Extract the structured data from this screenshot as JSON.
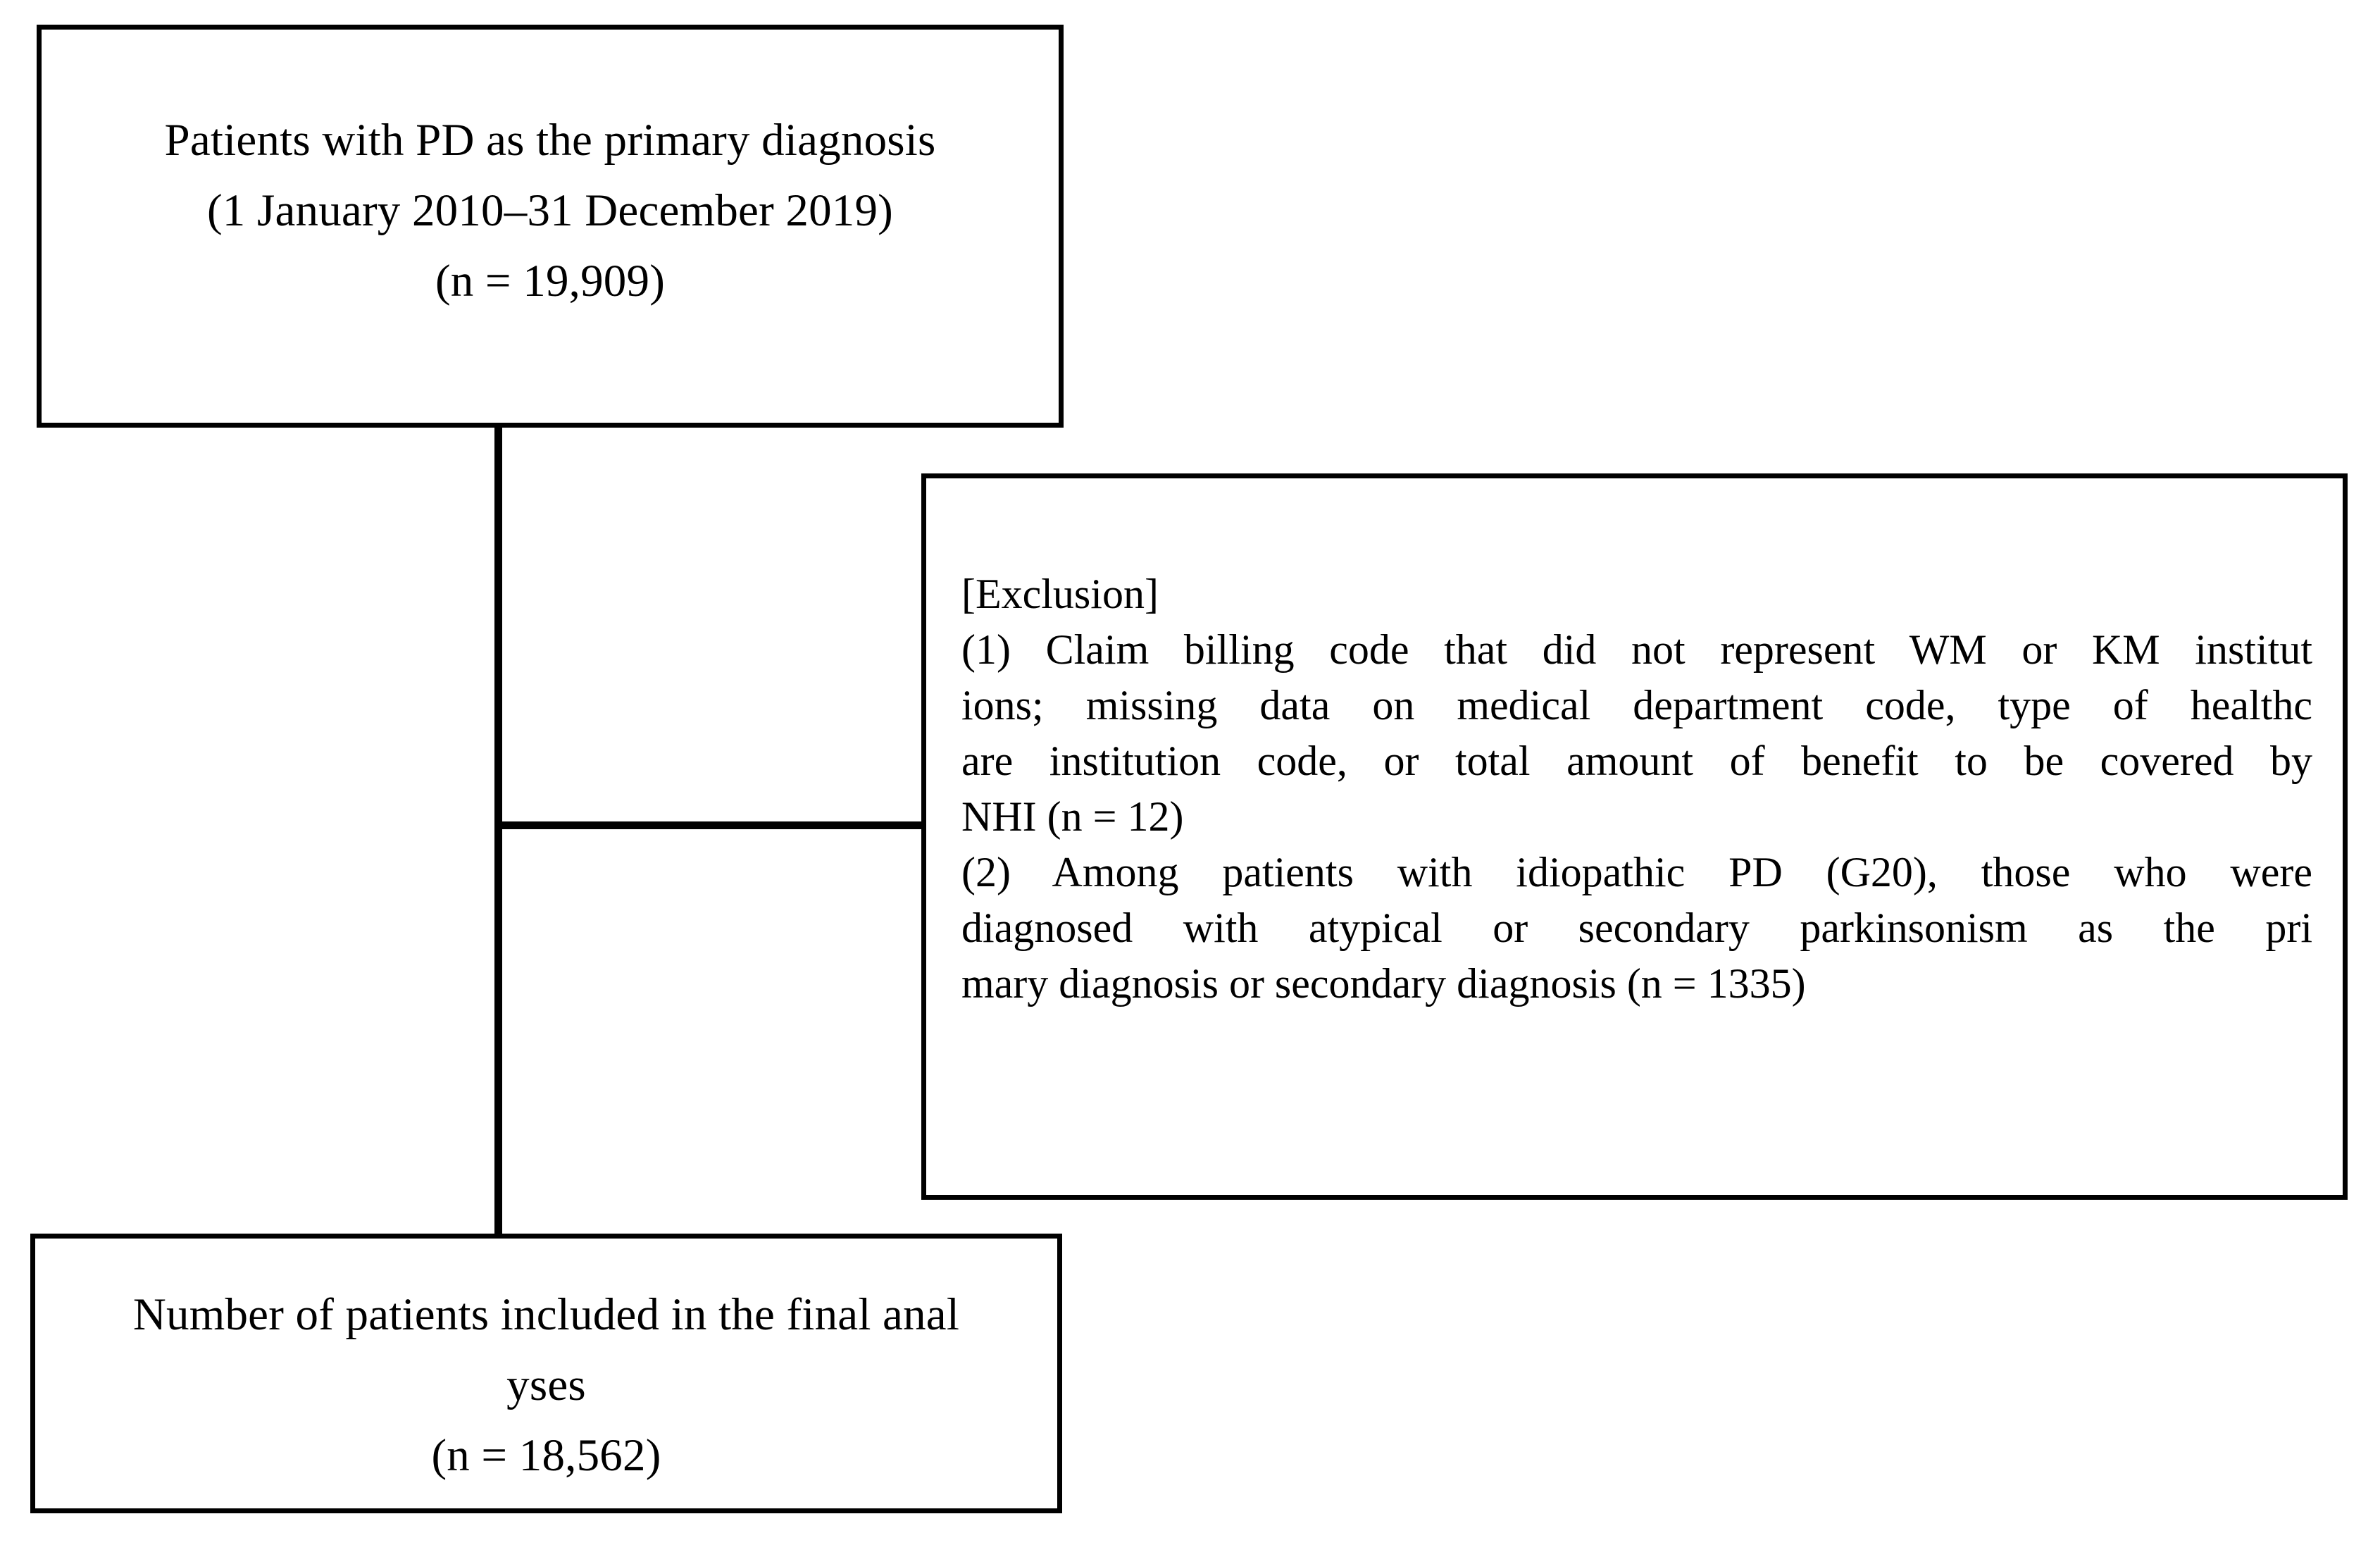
{
  "diagram": {
    "type": "flowchart",
    "title": "Patient selection flow diagram",
    "colors": {
      "line": "#000000",
      "background": "#ffffff",
      "text": "#000000"
    },
    "boxes": {
      "cohort": {
        "name": "cohort-box",
        "lines": [
          "Patients with PD as the primary diagnosis",
          "(1 January 2010–31 December 2019)",
          "(n = 19,909)"
        ],
        "n_label": "n = 19,909",
        "n_value": "19,909",
        "period_start": "1 January 2010",
        "period_end": "31 December 2019"
      },
      "exclusion": {
        "name": "exclusion-box",
        "heading": "[Exclusion]",
        "lines": [
          "[Exclusion]",
          "(1) Claim billing code that did not represent WM or KM institut",
          "ions; missing data on medical department code, type of healthc",
          "are institution code, or total amount of benefit to be covered by",
          "NHI (n = 12)",
          "(2) Among patients with idiopathic PD (G20), those who were",
          "diagnosed with atypical or secondary parkinsonism as the pri",
          "mary diagnosis or secondary diagnosis (n = 1335)"
        ],
        "items": [
          {
            "marker": "(1)",
            "text": "Claim billing code that did not represent WM or KM institutions; missing data on medical department code, type of healthcare institution code, or total amount of benefit to be covered by NHI (n = 12)",
            "n_label": "n = 12",
            "n_value": "12"
          },
          {
            "marker": "(2)",
            "text": "Among patients with idiopathic PD (G20), those who were diagnosed with atypical or secondary parkinsonism as the primary diagnosis or secondary diagnosis (n = 1335)",
            "n_label": "n = 1335",
            "n_value": "1335"
          }
        ]
      },
      "final": {
        "name": "final-box",
        "lines": [
          "Number of patients included in the final anal",
          "yses",
          "(n = 18,562)"
        ],
        "n_label": "n = 18,562",
        "n_value": "18,562"
      }
    },
    "connectors": [
      {
        "name": "cohort-to-final-vertical",
        "from": "cohort-box",
        "to": "final-box"
      },
      {
        "name": "cohort-to-exclusion-horizontal",
        "from": "cohort-box",
        "to": "exclusion-box"
      }
    ]
  }
}
